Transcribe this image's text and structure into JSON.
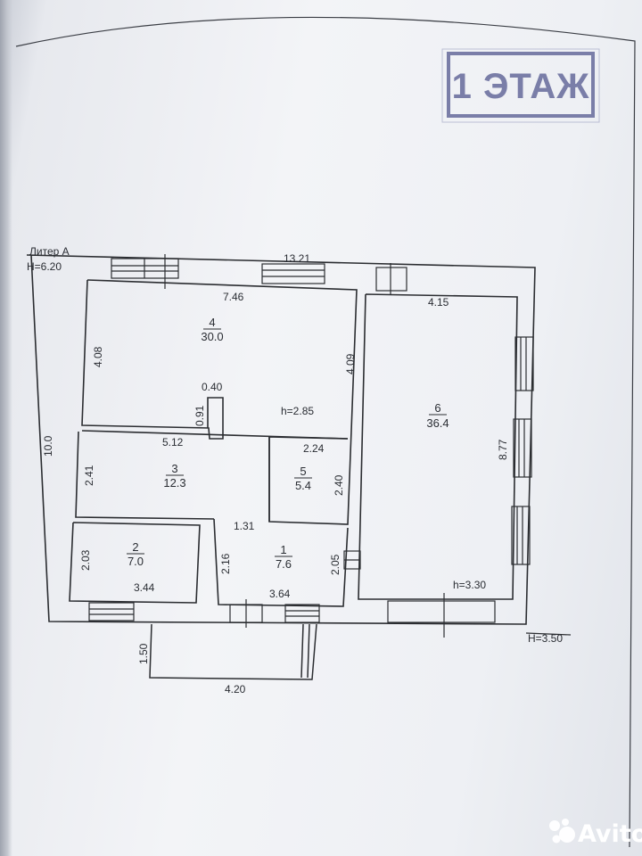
{
  "stamp": {
    "text": "1 ЭТАЖ"
  },
  "building": {
    "liter_label": "Литер А",
    "height_label": "H=6.20",
    "annex_height_label": "H=3.50"
  },
  "overall": {
    "top_length": "13.21",
    "left_length": "10.0"
  },
  "rooms": [
    {
      "number": "4",
      "area": "30.0",
      "dims": [
        "7.46",
        "4.08",
        "4.09",
        "0.40",
        "0.91"
      ],
      "ceiling": "h=2.85"
    },
    {
      "number": "3",
      "area": "12.3",
      "dims": [
        "5.12",
        "2.41"
      ]
    },
    {
      "number": "5",
      "area": "5.4",
      "dims": [
        "2.24",
        "2.40"
      ]
    },
    {
      "number": "2",
      "area": "7.0",
      "dims": [
        "2.03",
        "3.44"
      ]
    },
    {
      "number": "1",
      "area": "7.6",
      "dims": [
        "1.31",
        "2.16",
        "2.05",
        "3.64"
      ]
    },
    {
      "number": "6",
      "area": "36.4",
      "dims": [
        "4.15",
        "8.77"
      ],
      "ceiling": "h=3.30"
    }
  ],
  "porch": {
    "dims": [
      "1.50",
      "4.20"
    ]
  },
  "watermark": {
    "text": "Avito",
    "colors": [
      "#e83b3b",
      "#1e9bd7",
      "#97cf26",
      "#965eeb"
    ]
  }
}
